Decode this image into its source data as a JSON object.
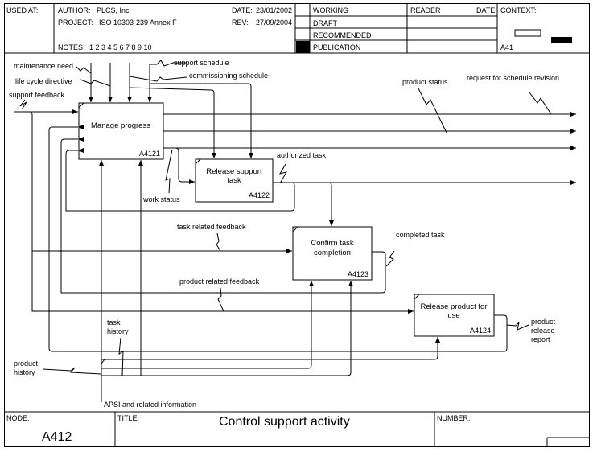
{
  "header": {
    "used_at_label": "USED AT:",
    "author_label": "AUTHOR:",
    "author_value": "PLCS, Inc",
    "project_label": "PROJECT:",
    "project_value": "ISO 10303-239 Annex F",
    "date_label": "DATE:",
    "date_value": "23/01/2002",
    "rev_label": "REV:",
    "rev_value": "27/09/2004",
    "notes_label": "NOTES:",
    "notes_numbers": "1  2  3  4  5  6  7  8  9  10",
    "status_rows": [
      {
        "label": "WORKING",
        "selected": false
      },
      {
        "label": "DRAFT",
        "selected": false
      },
      {
        "label": "RECOMMENDED",
        "selected": false
      },
      {
        "label": "PUBLICATION",
        "selected": true
      }
    ],
    "reader_label": "READER",
    "reader_date_label": "DATE",
    "context_label": "CONTEXT:",
    "context_node": "A41"
  },
  "activities": [
    {
      "id": "A4121",
      "title_lines": [
        "Manage progress"
      ]
    },
    {
      "id": "A4122",
      "title_lines": [
        "Release support",
        "task"
      ]
    },
    {
      "id": "A4123",
      "title_lines": [
        "Confirm task",
        "completion"
      ]
    },
    {
      "id": "A4124",
      "title_lines": [
        "Release product for",
        "use"
      ]
    }
  ],
  "arrow_labels": {
    "maintenance_need": "maintenance need",
    "life_cycle_directive": "life cycle directive",
    "support_feedback": "support feedback",
    "support_schedule": "support schedule",
    "commissioning_schedule": "commissioning schedule",
    "product_status": "product status",
    "request_for_schedule_revision": "request for schedule revision",
    "authorized_task": "authorized task",
    "work_status": "work status",
    "task_related_feedback": "task related feedback",
    "completed_task": "completed task",
    "product_related_feedback": "product related feedback",
    "product_release_report": [
      "product",
      "release",
      "report"
    ],
    "task_history": [
      "task",
      "history"
    ],
    "product_history": [
      "product",
      "history"
    ],
    "apsi": "APSI and related information"
  },
  "footer": {
    "node_label": "NODE:",
    "node_value": "A412",
    "title_label": "TITLE:",
    "title_value": "Control support activity",
    "number_label": "NUMBER:"
  }
}
